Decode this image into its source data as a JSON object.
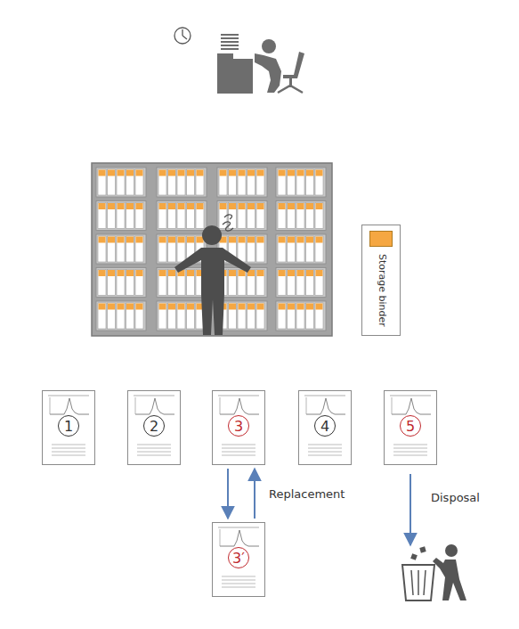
{
  "diagram": {
    "nodes": [
      {
        "text": [
          "1"
        ]
      },
      {
        "text": [
          "2"
        ]
      },
      {
        "text": [
          "3"
        ]
      },
      {
        "text": [
          "4"
        ]
      },
      {
        "text": [
          "5"
        ]
      },
      {
        "text": [
          "3′"
        ]
      }
    ],
    "edges": [
      {
        "from": 2,
        "to": 5,
        "arrow": "to"
      },
      {
        "from": 5,
        "to": 2,
        "label": "Replacement",
        "arrow": "to"
      }
    ],
    "labels": [
      "Disposal"
    ],
    "legend": [
      {
        "text": "Storage binder",
        "color": "#f5a742"
      }
    ]
  }
}
